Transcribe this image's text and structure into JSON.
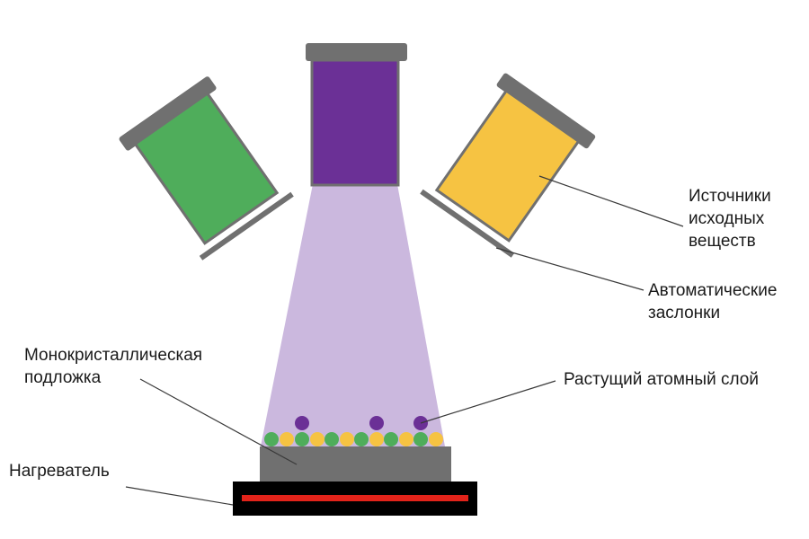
{
  "labels": {
    "sources": [
      "Источники",
      "исходных",
      "веществ"
    ],
    "shutters": [
      "Автоматические",
      "заслонки"
    ],
    "substrate": [
      "Монокристаллическая",
      "подложка"
    ],
    "growing_layer": "Растущий атомный слой",
    "heater": "Нагреватель"
  },
  "colors": {
    "source_green": "#4fad5b",
    "source_purple": "#6b3096",
    "source_yellow": "#f6c342",
    "housing_gray": "#707070",
    "beam": "#cbb8de",
    "substrate_gray": "#707070",
    "heater_body": "#000000",
    "heater_element": "#e2231a",
    "atom_green": "#4fad5b",
    "atom_yellow": "#f6c342",
    "atom_purple": "#6b3096"
  }
}
